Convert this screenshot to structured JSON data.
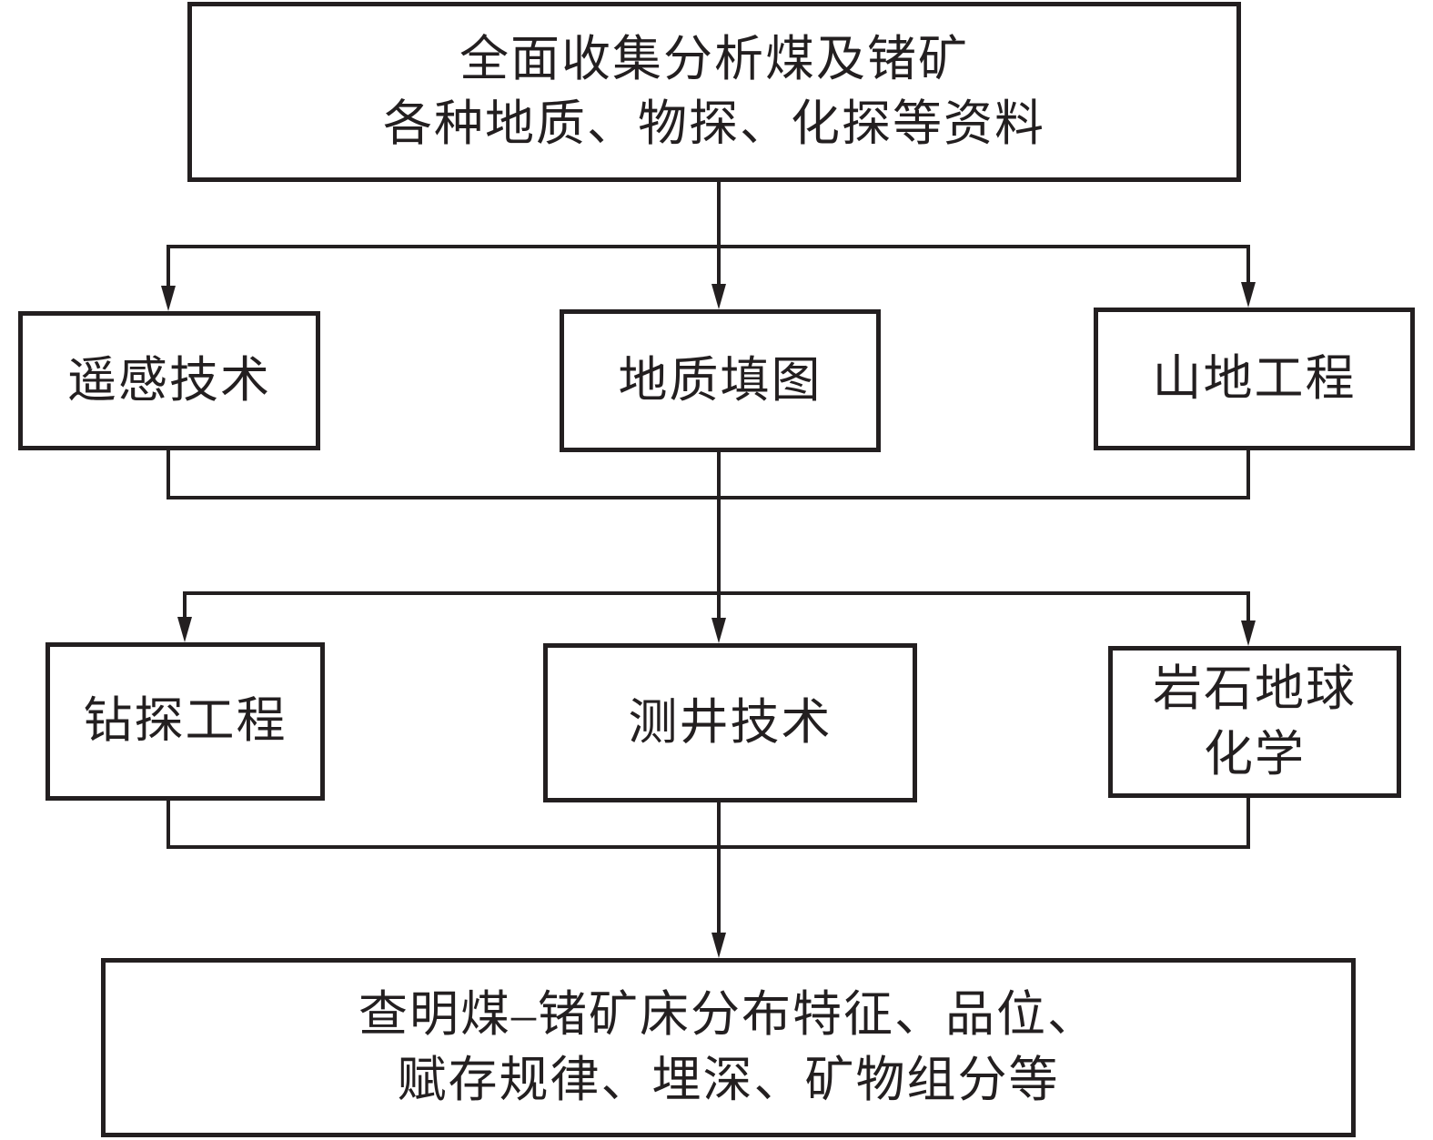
{
  "diagram": {
    "description": "coal-germanium deposit exploration workflow flowchart",
    "colors": {
      "line": "#231f20",
      "background": "#ffffff",
      "box_fill": "#ffffff"
    },
    "nodes": {
      "top": {
        "line1": "全面收集分析煤及锗矿",
        "line2": "各种地质、物探、化探等资料"
      },
      "remote_sensing": {
        "line1": "遥感技术"
      },
      "geologic_mapping": {
        "line1": "地质填图"
      },
      "mountain_engineering": {
        "line1": "山地工程"
      },
      "drilling": {
        "line1": "钻探工程"
      },
      "well_logging": {
        "line1": "测井技术"
      },
      "rock_geochemistry": {
        "line1": "岩石地球",
        "line2": "化学"
      },
      "bottom": {
        "line1": "查明煤–锗矿床分布特征、品位、",
        "line2": "赋存规律、埋深、矿物组分等"
      }
    },
    "edges": {
      "top_to_row2": "top → 遥感技术 / 地质填图 / 山地工程",
      "row2_to_row3": "遥感技术+地质填图+山地工程 → 钻探工程 / 测井技术 / 岩石地球化学",
      "row3_to_bottom": "钻探工程+测井技术+岩石地球化学 → bottom"
    }
  }
}
